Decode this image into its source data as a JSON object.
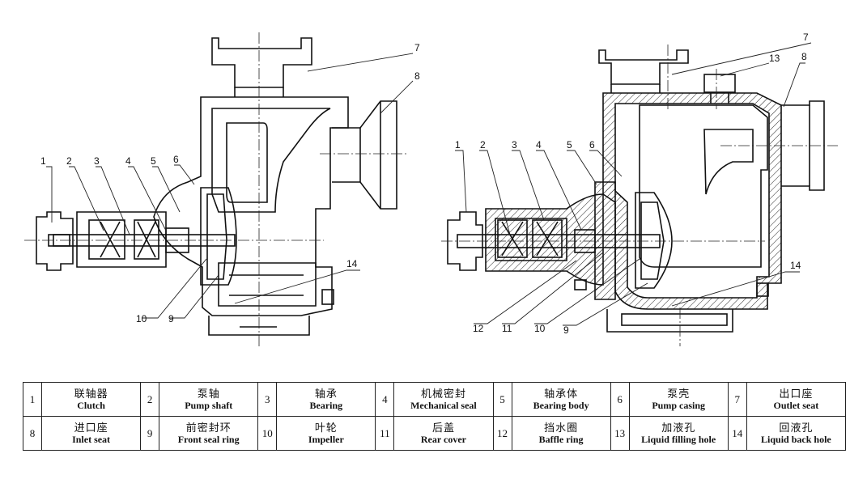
{
  "left_view_callouts": [
    "1",
    "2",
    "3",
    "4",
    "5",
    "6",
    "7",
    "8",
    "9",
    "10",
    "14"
  ],
  "right_view_callouts": [
    "1",
    "2",
    "3",
    "4",
    "5",
    "6",
    "7",
    "8",
    "9",
    "10",
    "11",
    "12",
    "13",
    "14"
  ],
  "parts": [
    {
      "no": "1",
      "zh": "联轴器",
      "en": "Clutch"
    },
    {
      "no": "2",
      "zh": "泵轴",
      "en": "Pump shaft"
    },
    {
      "no": "3",
      "zh": "轴承",
      "en": "Bearing"
    },
    {
      "no": "4",
      "zh": "机械密封",
      "en": "Mechanical seal"
    },
    {
      "no": "5",
      "zh": "轴承体",
      "en": "Bearing body"
    },
    {
      "no": "6",
      "zh": "泵壳",
      "en": "Pump casing"
    },
    {
      "no": "7",
      "zh": "出口座",
      "en": "Outlet seat"
    },
    {
      "no": "8",
      "zh": "进口座",
      "en": "Inlet seat"
    },
    {
      "no": "9",
      "zh": "前密封环",
      "en": "Front seal ring"
    },
    {
      "no": "10",
      "zh": "叶轮",
      "en": "Impeller"
    },
    {
      "no": "11",
      "zh": "后盖",
      "en": "Rear cover"
    },
    {
      "no": "12",
      "zh": "挡水圈",
      "en": "Baffle ring"
    },
    {
      "no": "13",
      "zh": "加液孔",
      "en": "Liquid filling hole"
    },
    {
      "no": "14",
      "zh": "回液孔",
      "en": "Liquid back hole"
    }
  ]
}
